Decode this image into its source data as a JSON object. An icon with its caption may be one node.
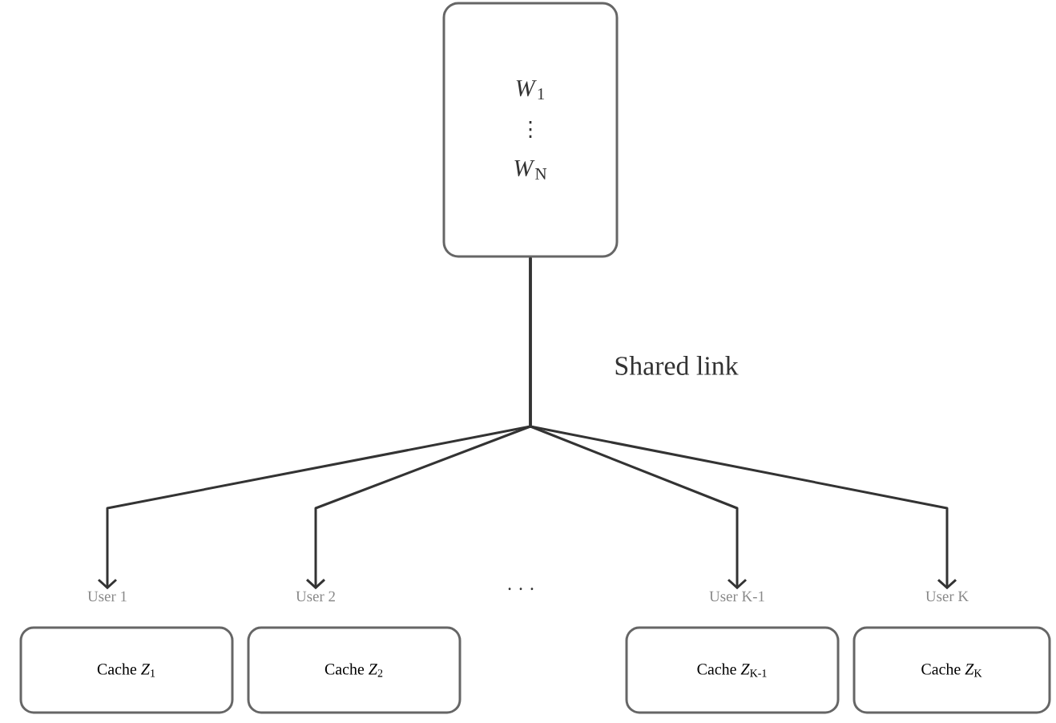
{
  "diagram": {
    "nodes": [
      {
        "text": [
          "*W*$_{1}$",
          "⋮",
          "*W*$_{N}$"
        ]
      },
      {
        "text": [
          "User 1"
        ]
      },
      {
        "text": [
          "User 2"
        ]
      },
      {
        "text": [
          "User K-1"
        ]
      },
      {
        "text": [
          "User K"
        ]
      },
      {
        "text": [
          "Cache *Z*$_{1}$"
        ]
      },
      {
        "text": [
          "Cache *Z*$_{2}$"
        ]
      },
      {
        "text": [
          "Cache *Z*$_{K-1}$"
        ]
      },
      {
        "text": [
          "Cache *Z*$_{K}$"
        ]
      }
    ],
    "edges": [
      {
        "from": 0,
        "to": 1,
        "arrow": "to"
      },
      {
        "from": 0,
        "to": 2,
        "arrow": "to"
      },
      {
        "from": 0,
        "to": 3,
        "arrow": "to"
      },
      {
        "from": 0,
        "to": 4,
        "arrow": "to"
      }
    ],
    "labels": [
      "Shared link",
      "· · ·"
    ]
  }
}
